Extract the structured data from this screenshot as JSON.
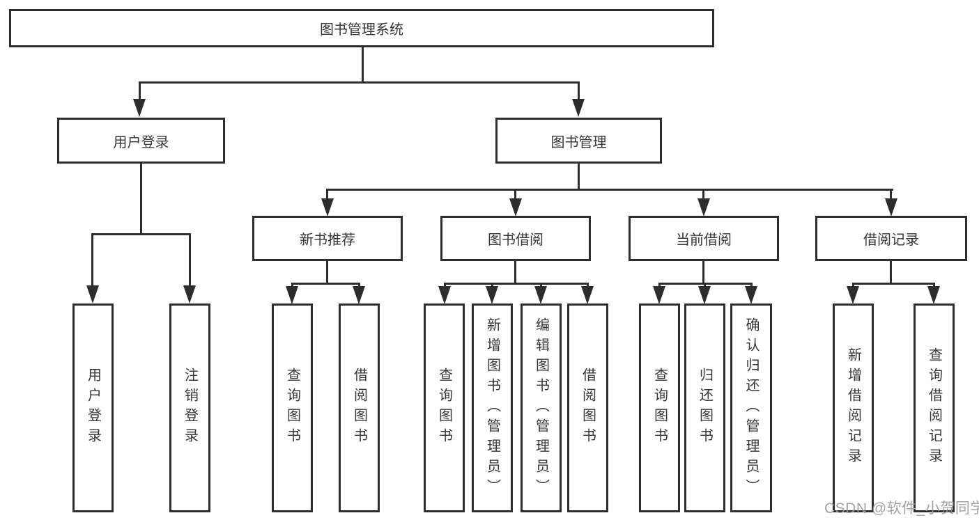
{
  "diagram_type": "hierarchy-tree",
  "tree": {
    "label": "图书管理系统",
    "children": [
      {
        "label": "用户登录",
        "children": [
          {
            "label": "用户登录"
          },
          {
            "label": "注销登录"
          }
        ]
      },
      {
        "label": "图书管理",
        "children": [
          {
            "label": "新书推荐",
            "children": [
              {
                "label": "查询图书"
              },
              {
                "label": "借阅图书"
              }
            ]
          },
          {
            "label": "图书借阅",
            "children": [
              {
                "label": "查询图书"
              },
              {
                "label": "新增图书（管理员）"
              },
              {
                "label": "编辑图书（管理员）"
              },
              {
                "label": "借阅图书"
              }
            ]
          },
          {
            "label": "当前借阅",
            "children": [
              {
                "label": "查询图书"
              },
              {
                "label": "归还图书"
              },
              {
                "label": "确认归还（管理员）"
              }
            ]
          },
          {
            "label": "借阅记录",
            "children": [
              {
                "label": "新增借阅记录"
              },
              {
                "label": "查询借阅记录"
              }
            ]
          }
        ]
      }
    ]
  },
  "watermark": {
    "text": "CSDN @软件_小贺同学"
  },
  "colors": {
    "line": "#2d2d2d",
    "text": "#363636",
    "background": "#ffffff",
    "watermark": "#9c9c9c"
  }
}
